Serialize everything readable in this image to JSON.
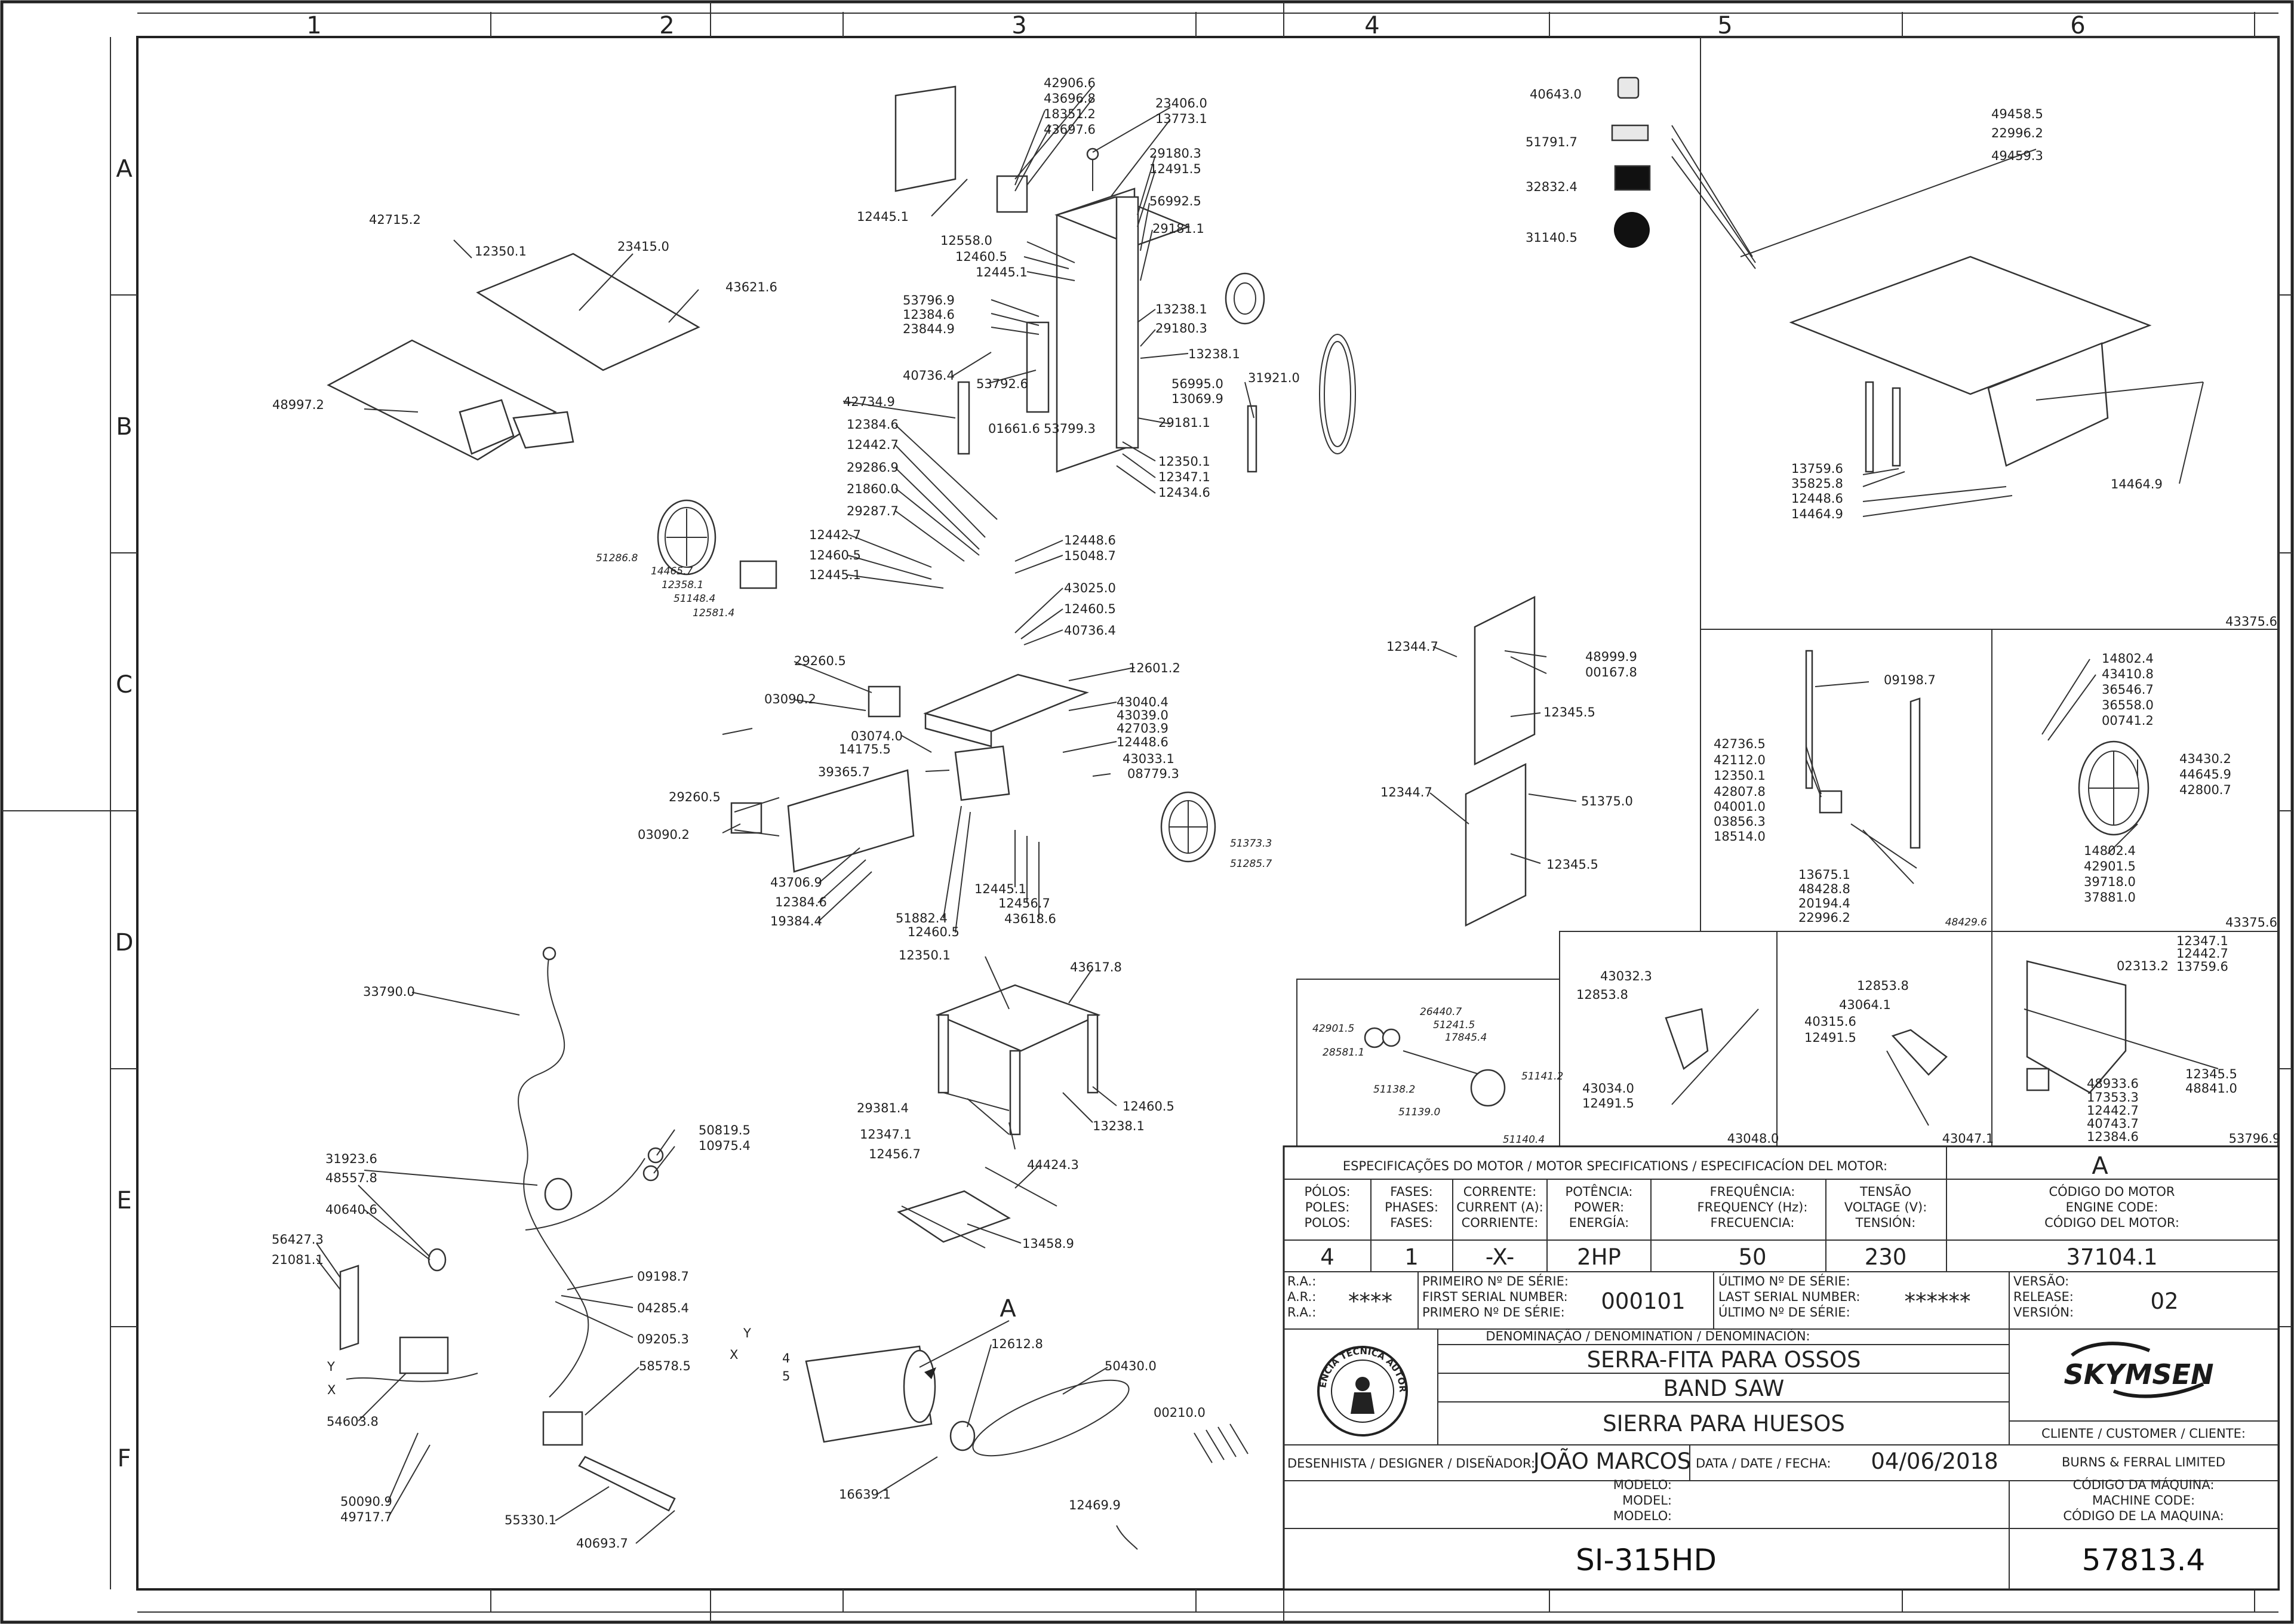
{
  "zones": {
    "columns": [
      "1",
      "2",
      "3",
      "4",
      "5",
      "6"
    ],
    "rows": [
      "A",
      "B",
      "C",
      "D",
      "E",
      "F"
    ]
  },
  "colors": {
    "line": "#333333",
    "paper": "#ffffff",
    "brand": "#1a1a1a"
  },
  "callouts": [
    {
      "id": "c1",
      "text": "42906.6"
    },
    {
      "id": "c2",
      "text": "43696.8"
    },
    {
      "id": "c3",
      "text": "18351.2"
    },
    {
      "id": "c4",
      "text": "43697.6"
    },
    {
      "id": "c5",
      "text": "23406.0"
    },
    {
      "id": "c6",
      "text": "13773.1"
    },
    {
      "id": "c7",
      "text": "29180.3"
    },
    {
      "id": "c8",
      "text": "12491.5"
    },
    {
      "id": "c9",
      "text": "12445.1"
    },
    {
      "id": "c10",
      "text": "56992.5"
    },
    {
      "id": "c11",
      "text": "29181.1"
    },
    {
      "id": "c12",
      "text": "12558.0"
    },
    {
      "id": "c13",
      "text": "12460.5"
    },
    {
      "id": "c14",
      "text": "12445.1"
    },
    {
      "id": "c15",
      "text": "53796.9"
    },
    {
      "id": "c16",
      "text": "12384.6"
    },
    {
      "id": "c17",
      "text": "23844.9"
    },
    {
      "id": "c18",
      "text": "13238.1"
    },
    {
      "id": "c19",
      "text": "29180.3"
    },
    {
      "id": "c20",
      "text": "13238.1"
    },
    {
      "id": "c21",
      "text": "40736.4"
    },
    {
      "id": "c22",
      "text": "53792.6"
    },
    {
      "id": "c23",
      "text": "31921.0"
    },
    {
      "id": "c24",
      "text": "56995.0"
    },
    {
      "id": "c25",
      "text": "13069.9"
    },
    {
      "id": "c26",
      "text": "42734.9"
    },
    {
      "id": "c27",
      "text": "01661.6"
    },
    {
      "id": "c28",
      "text": "53799.3"
    },
    {
      "id": "c29",
      "text": "29181.1"
    },
    {
      "id": "c30",
      "text": "12384.6"
    },
    {
      "id": "c31",
      "text": "12442.7"
    },
    {
      "id": "c32",
      "text": "12350.1"
    },
    {
      "id": "c33",
      "text": "12347.1"
    },
    {
      "id": "c34",
      "text": "12434.6"
    },
    {
      "id": "c35",
      "text": "29286.9"
    },
    {
      "id": "c36",
      "text": "21860.0"
    },
    {
      "id": "c37",
      "text": "29287.7"
    },
    {
      "id": "c38",
      "text": "12442.7"
    },
    {
      "id": "c39",
      "text": "12460.5"
    },
    {
      "id": "c40",
      "text": "12445.1"
    },
    {
      "id": "c41",
      "text": "12448.6"
    },
    {
      "id": "c42",
      "text": "15048.7"
    },
    {
      "id": "c43",
      "text": "43025.0"
    },
    {
      "id": "c44",
      "text": "12460.5"
    },
    {
      "id": "c45",
      "text": "40736.4"
    },
    {
      "id": "c46",
      "text": "12601.2"
    },
    {
      "id": "c47",
      "text": "29260.5"
    },
    {
      "id": "c48",
      "text": "03090.2"
    },
    {
      "id": "c49",
      "text": "43040.4"
    },
    {
      "id": "c50",
      "text": "43039.0"
    },
    {
      "id": "c51",
      "text": "42703.9"
    },
    {
      "id": "c52",
      "text": "12448.6"
    },
    {
      "id": "c53",
      "text": "43033.1"
    },
    {
      "id": "c54",
      "text": "08779.3"
    },
    {
      "id": "c55",
      "text": "03074.0"
    },
    {
      "id": "c56",
      "text": "14175.5"
    },
    {
      "id": "c57",
      "text": "39365.7"
    },
    {
      "id": "c58",
      "text": "29260.5"
    },
    {
      "id": "c59",
      "text": "03090.2"
    },
    {
      "id": "c60",
      "text": "43706.9"
    },
    {
      "id": "c61",
      "text": "12384.6"
    },
    {
      "id": "c62",
      "text": "19384.4"
    },
    {
      "id": "c63",
      "text": "51882.4"
    },
    {
      "id": "c64",
      "text": "12460.5"
    },
    {
      "id": "c65",
      "text": "12445.1"
    },
    {
      "id": "c66",
      "text": "12456.7"
    },
    {
      "id": "c67",
      "text": "43618.6"
    },
    {
      "id": "c68",
      "text": "42715.2"
    },
    {
      "id": "c69",
      "text": "12350.1"
    },
    {
      "id": "c70",
      "text": "23415.0"
    },
    {
      "id": "c71",
      "text": "43621.6"
    },
    {
      "id": "c72",
      "text": "48997.2"
    },
    {
      "id": "c73",
      "text": "40643.0"
    },
    {
      "id": "c74",
      "text": "51791.7"
    },
    {
      "id": "c75",
      "text": "32832.4"
    },
    {
      "id": "c76",
      "text": "31140.5"
    },
    {
      "id": "c77",
      "text": "49458.5"
    },
    {
      "id": "c78",
      "text": "22996.2"
    },
    {
      "id": "c79",
      "text": "49459.3"
    },
    {
      "id": "c80",
      "text": "13759.6"
    },
    {
      "id": "c81",
      "text": "35825.8"
    },
    {
      "id": "c82",
      "text": "12448.6"
    },
    {
      "id": "c83",
      "text": "14464.9"
    },
    {
      "id": "c84",
      "text": "14464.9"
    },
    {
      "id": "c85",
      "text": "43375.6"
    },
    {
      "id": "c86",
      "text": "12344.7"
    },
    {
      "id": "c87",
      "text": "48999.9"
    },
    {
      "id": "c88",
      "text": "00167.8"
    },
    {
      "id": "c89",
      "text": "12345.5"
    },
    {
      "id": "c90",
      "text": "12344.7"
    },
    {
      "id": "c91",
      "text": "51375.0"
    },
    {
      "id": "c92",
      "text": "12345.5"
    },
    {
      "id": "c93",
      "text": "09198.7"
    },
    {
      "id": "c94",
      "text": "42736.5"
    },
    {
      "id": "c95",
      "text": "42112.0"
    },
    {
      "id": "c96",
      "text": "12350.1"
    },
    {
      "id": "c97",
      "text": "42807.8"
    },
    {
      "id": "c98",
      "text": "04001.0"
    },
    {
      "id": "c99",
      "text": "03856.3"
    },
    {
      "id": "c100",
      "text": "18514.0"
    },
    {
      "id": "c101",
      "text": "13675.1"
    },
    {
      "id": "c102",
      "text": "48428.8"
    },
    {
      "id": "c103",
      "text": "20194.4"
    },
    {
      "id": "c104",
      "text": "22996.2"
    },
    {
      "id": "c105",
      "text": "14802.4"
    },
    {
      "id": "c106",
      "text": "43410.8"
    },
    {
      "id": "c107",
      "text": "36546.7"
    },
    {
      "id": "c108",
      "text": "36558.0"
    },
    {
      "id": "c109",
      "text": "00741.2"
    },
    {
      "id": "c110",
      "text": "43430.2"
    },
    {
      "id": "c111",
      "text": "44645.9"
    },
    {
      "id": "c112",
      "text": "42800.7"
    },
    {
      "id": "c113",
      "text": "14802.4"
    },
    {
      "id": "c114",
      "text": "42901.5"
    },
    {
      "id": "c115",
      "text": "39718.0"
    },
    {
      "id": "c116",
      "text": "37881.0"
    },
    {
      "id": "c117",
      "text": "43375.6"
    },
    {
      "id": "c118",
      "text": "43032.3"
    },
    {
      "id": "c119",
      "text": "12853.8"
    },
    {
      "id": "c120",
      "text": "43034.0"
    },
    {
      "id": "c121",
      "text": "12491.5"
    },
    {
      "id": "c122",
      "text": "12853.8"
    },
    {
      "id": "c123",
      "text": "43064.1"
    },
    {
      "id": "c124",
      "text": "40315.6"
    },
    {
      "id": "c125",
      "text": "12491.5"
    },
    {
      "id": "c126",
      "text": "02313.2"
    },
    {
      "id": "c127",
      "text": "12347.1"
    },
    {
      "id": "c128",
      "text": "12442.7"
    },
    {
      "id": "c129",
      "text": "13759.6"
    },
    {
      "id": "c130",
      "text": "12345.5"
    },
    {
      "id": "c131",
      "text": "48841.0"
    },
    {
      "id": "c132",
      "text": "48933.6"
    },
    {
      "id": "c133",
      "text": "17353.3"
    },
    {
      "id": "c134",
      "text": "12442.7"
    },
    {
      "id": "c135",
      "text": "40743.7"
    },
    {
      "id": "c136",
      "text": "12384.6"
    },
    {
      "id": "c137",
      "text": "12350.1"
    },
    {
      "id": "c138",
      "text": "43617.8"
    },
    {
      "id": "c139",
      "text": "29381.4"
    },
    {
      "id": "c140",
      "text": "12347.1"
    },
    {
      "id": "c141",
      "text": "12456.7"
    },
    {
      "id": "c142",
      "text": "13238.1"
    },
    {
      "id": "c143",
      "text": "12460.5"
    },
    {
      "id": "c144",
      "text": "44424.3"
    },
    {
      "id": "c145",
      "text": "13458.9"
    },
    {
      "id": "c146",
      "text": "33790.0"
    },
    {
      "id": "c147",
      "text": "50819.5"
    },
    {
      "id": "c148",
      "text": "10975.4"
    },
    {
      "id": "c149",
      "text": "31923.6"
    },
    {
      "id": "c150",
      "text": "48557.8"
    },
    {
      "id": "c151",
      "text": "40640.6"
    },
    {
      "id": "c152",
      "text": "56427.3"
    },
    {
      "id": "c153",
      "text": "21081.1"
    },
    {
      "id": "c154",
      "text": "09198.7"
    },
    {
      "id": "c155",
      "text": "04285.4"
    },
    {
      "id": "c156",
      "text": "09205.3"
    },
    {
      "id": "c157",
      "text": "58578.5"
    },
    {
      "id": "c158",
      "text": "54603.8"
    },
    {
      "id": "c159",
      "text": "50090.9"
    },
    {
      "id": "c160",
      "text": "49717.7"
    },
    {
      "id": "c161",
      "text": "55330.1"
    },
    {
      "id": "c162",
      "text": "40693.7"
    },
    {
      "id": "c163",
      "text": "12612.8"
    },
    {
      "id": "c164",
      "text": "50430.0"
    },
    {
      "id": "c165",
      "text": "00210.0"
    },
    {
      "id": "c166",
      "text": "16639.1"
    },
    {
      "id": "c167",
      "text": "12469.9"
    }
  ],
  "italic_callouts": [
    {
      "id": "i1",
      "text": "51286.8"
    },
    {
      "id": "i2",
      "text": "14465.7"
    },
    {
      "id": "i3",
      "text": "12358.1"
    },
    {
      "id": "i4",
      "text": "51148.4"
    },
    {
      "id": "i5",
      "text": "12581.4"
    },
    {
      "id": "i6",
      "text": "51373.3"
    },
    {
      "id": "i7",
      "text": "51285.7"
    },
    {
      "id": "i8",
      "text": "42901.5"
    },
    {
      "id": "i9",
      "text": "28581.1"
    },
    {
      "id": "i10",
      "text": "26440.7"
    },
    {
      "id": "i11",
      "text": "51241.5"
    },
    {
      "id": "i12",
      "text": "17845.4"
    },
    {
      "id": "i13",
      "text": "51141.2"
    },
    {
      "id": "i14",
      "text": "51138.2"
    },
    {
      "id": "i15",
      "text": "51139.0"
    }
  ],
  "subassemblies": [
    "48429.6",
    "51140.4",
    "43048.0",
    "43047.1",
    "53796.9"
  ],
  "wire_labels": {
    "y": "Y",
    "x": "X",
    "n4": "4",
    "n5": "5"
  },
  "section_marker": "A",
  "title_block": {
    "motor_header": "ESPECIFICAÇÕES DO MOTOR / MOTOR SPECIFICATIONS / ESPECIFICACÍON DEL MOTOR:",
    "variant": "A",
    "motor_cols": [
      {
        "l1": "PÓLOS:",
        "l2": "POLES:",
        "l3": "POLOS:",
        "value": "4"
      },
      {
        "l1": "FASES:",
        "l2": "PHASES:",
        "l3": "FASES:",
        "value": "1"
      },
      {
        "l1": "CORRENTE:",
        "l2": "CURRENT (A):",
        "l3": "CORRIENTE:",
        "value": "-X-"
      },
      {
        "l1": "POTÊNCIA:",
        "l2": "POWER:",
        "l3": "ENERGÍA:",
        "value": "2HP"
      },
      {
        "l1": "FREQUÊNCIA:",
        "l2": "FREQUENCY (Hz):",
        "l3": "FRECUENCIA:",
        "value": "50"
      },
      {
        "l1": "TENSÃO",
        "l2": "VOLTAGE (V):",
        "l3": "TENSIÓN:",
        "value": "230"
      }
    ],
    "motor_code": {
      "l1": "CÓDIGO DO MOTOR",
      "l2": "ENGINE CODE:",
      "l3": "CÓDIGO DEL MOTOR:",
      "value": "37104.1"
    },
    "ra": {
      "l1": "R.A.:",
      "l2": "A.R.:",
      "l3": "R.A.:",
      "value": "****"
    },
    "first_serial": {
      "l1": "PRIMEIRO Nº DE SÉRIE:",
      "l2": "FIRST SERIAL NUMBER:",
      "l3": "PRIMERO Nº DE SÉRIE:",
      "value": "000101"
    },
    "last_serial": {
      "l1": "ÚLTIMO Nº DE SÉRIE:",
      "l2": "LAST SERIAL NUMBER:",
      "l3": "ÚLTIMO Nº DE SÉRIE:",
      "value": "******"
    },
    "release": {
      "l1": "VERSÃO:",
      "l2": "RELEASE:",
      "l3": "VERSIÓN:",
      "value": "02"
    },
    "denomination_header": "DENOMINAÇÃO / DENOMINATION / DENOMINACIÓN:",
    "name_pt": "SERRA-FITA PARA OSSOS",
    "name_en": "BAND SAW",
    "name_es": "SIERRA PARA HUESOS",
    "seal_text": "ASSISTÊNCIA TÉCNICA AUTORIZADA",
    "brand": "SKYMSEN",
    "customer_label": "CLIENTE / CUSTOMER / CLIENTE:",
    "customer": "BURNS &  FERRAL LIMITED",
    "designer_label": "DESENHISTA / DESIGNER / DISEÑADOR:",
    "designer": "JOÃO MARCOS",
    "date_label": "DATA / DATE / FECHA:",
    "date": "04/06/2018",
    "model_l1": "MODELO:",
    "model_l2": "MODEL:",
    "model_l3": "MODELO:",
    "machine_code_l1": "CÓDIGO DA MÁQUINA:",
    "machine_code_l2": "MACHINE CODE:",
    "machine_code_l3": "CÓDIGO DE LA MAQUINA:",
    "model": "SI-315HD",
    "machine_code": "57813.4"
  }
}
